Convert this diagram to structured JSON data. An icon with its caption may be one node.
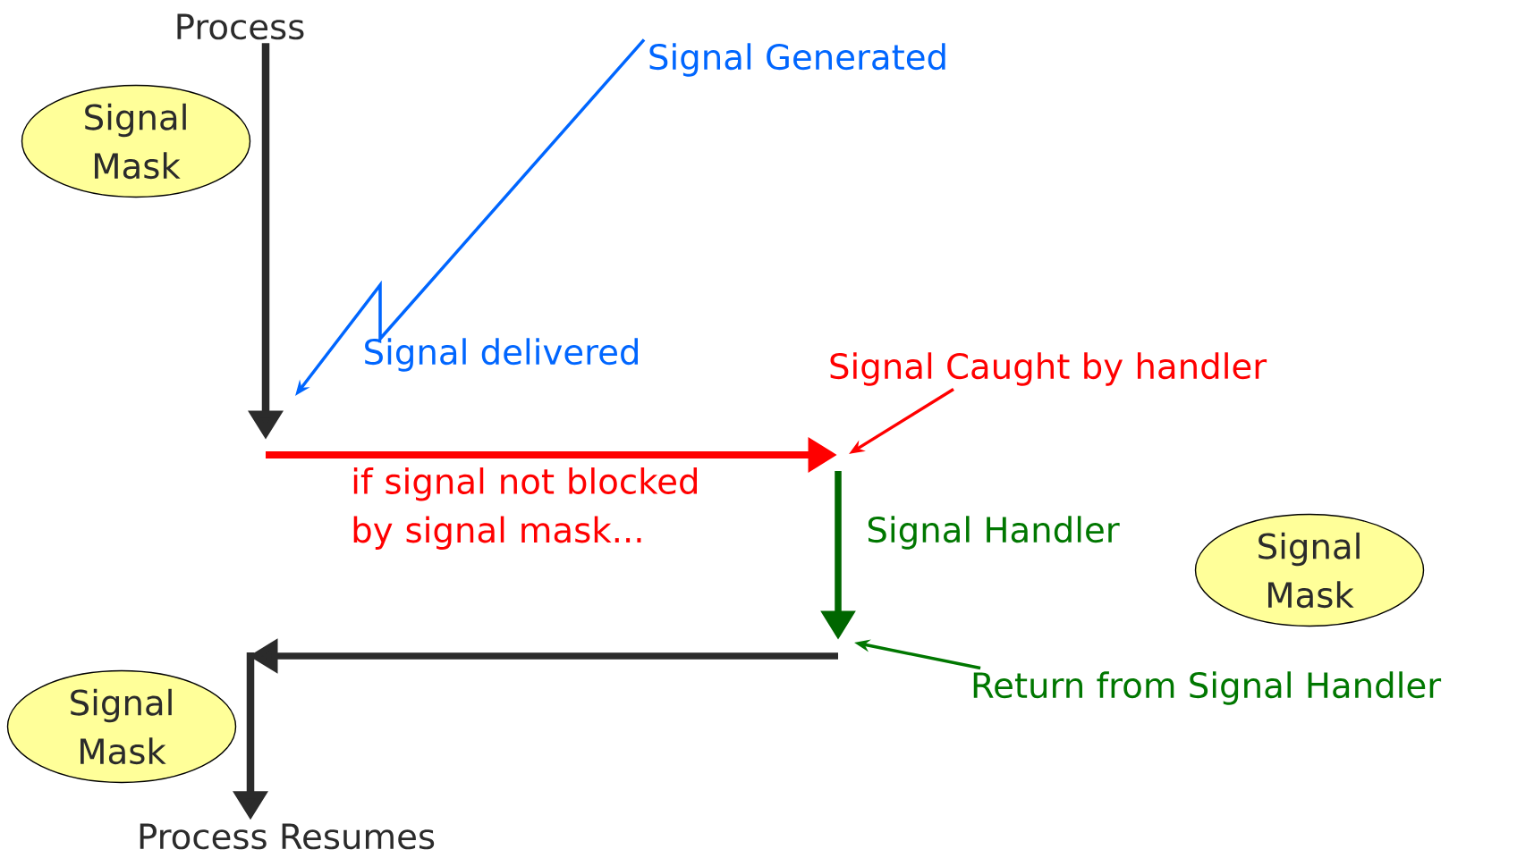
{
  "diagram": {
    "nodes": [
      {
        "text": [
          "Process"
        ]
      },
      {
        "text": [
          "Signal Mask"
        ]
      },
      {
        "text": [
          "Signal Generated"
        ]
      },
      {
        "text": [
          "Signal Caught by handler"
        ]
      },
      {
        "text": [
          "Signal Mask"
        ]
      },
      {
        "text": [
          "Return from Signal Handler"
        ]
      },
      {
        "text": [
          "Signal Mask"
        ]
      },
      {
        "text": [
          "Process Resumes"
        ]
      }
    ],
    "edges": [
      {
        "from": 0,
        "to": null,
        "arrow": "to",
        "style": "thick",
        "color": "#2b2b2b"
      },
      {
        "from": 2,
        "to": null,
        "arrow": "to",
        "color": "#0066ff"
      },
      {
        "from": 3,
        "to": null,
        "arrow": "to",
        "color": "#ff0000"
      },
      {
        "from": 5,
        "to": null,
        "arrow": "to",
        "color": "#007700"
      },
      {
        "from": null,
        "to": 7,
        "arrow": "to",
        "style": "thick",
        "color": "#2b2b2b"
      }
    ],
    "labels": [
      "Signal delivered",
      "if signal not blocked by signal mask...",
      "Signal Handler"
    ]
  }
}
